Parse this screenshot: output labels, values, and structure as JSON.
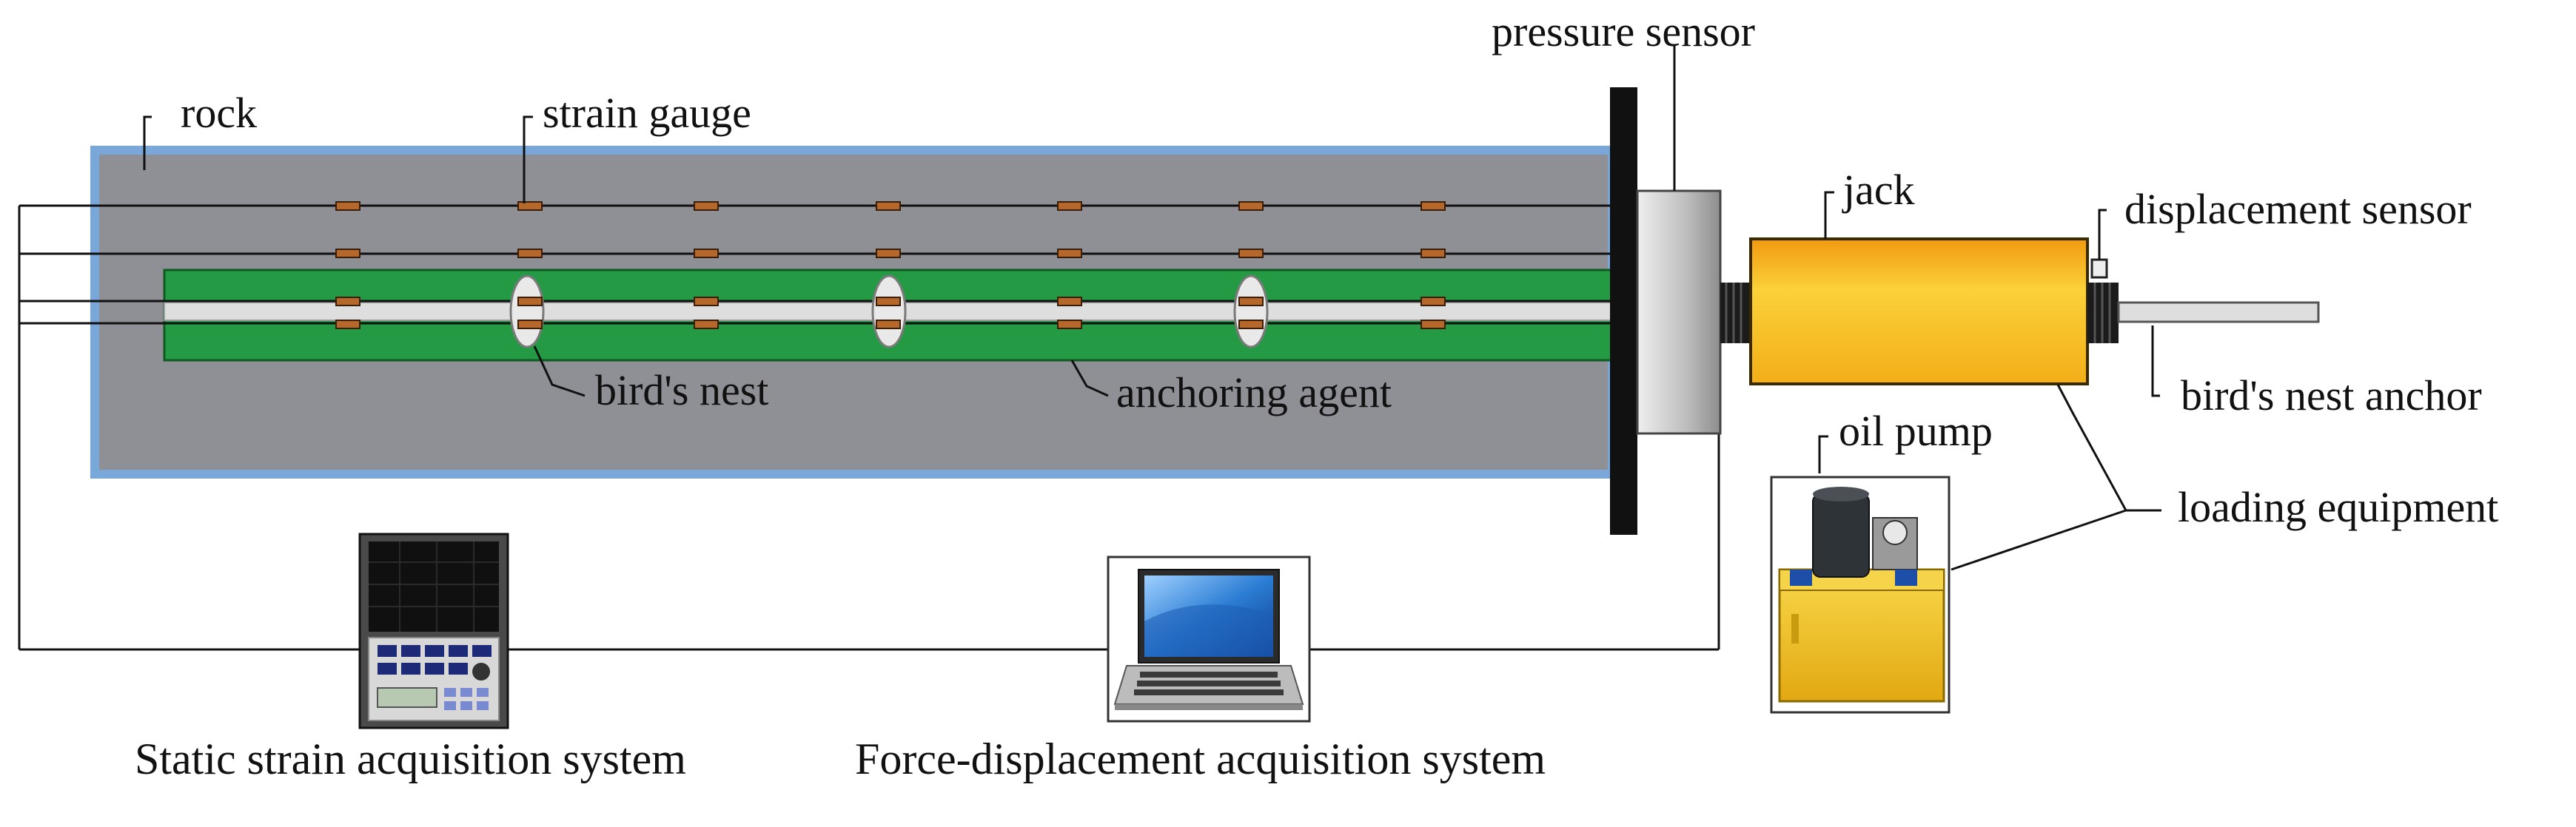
{
  "labels": {
    "rock": "rock",
    "strain_gauge": "strain gauge",
    "pressure_sensor": "pressure sensor",
    "jack": "jack",
    "displacement_sensor": "displacement sensor",
    "birds_nest": "bird's nest",
    "anchoring_agent": "anchoring agent",
    "birds_nest_anchor": "bird's nest anchor",
    "oil_pump": "oil pump",
    "loading_equipment": "loading equipment"
  },
  "captions": {
    "static_strain": "Static strain acquisition system",
    "force_displacement": "Force-displacement acquisition system"
  },
  "colors": {
    "rock_fill": "#8e9095",
    "rock_border": "#79a7da",
    "anchoring_agent": "#239a43",
    "bolt": "#dedede",
    "strain_gauge": "#b5682a",
    "jack": "#f6b81a",
    "plate": "#111111",
    "oil_pump_tank": "#f2c51c",
    "laptop_screen": "#2b7dd4"
  },
  "icons": {
    "strain_device": "static-strain-acquisition-device-icon",
    "laptop": "laptop-icon",
    "oil_pump": "oil-pump-icon"
  }
}
